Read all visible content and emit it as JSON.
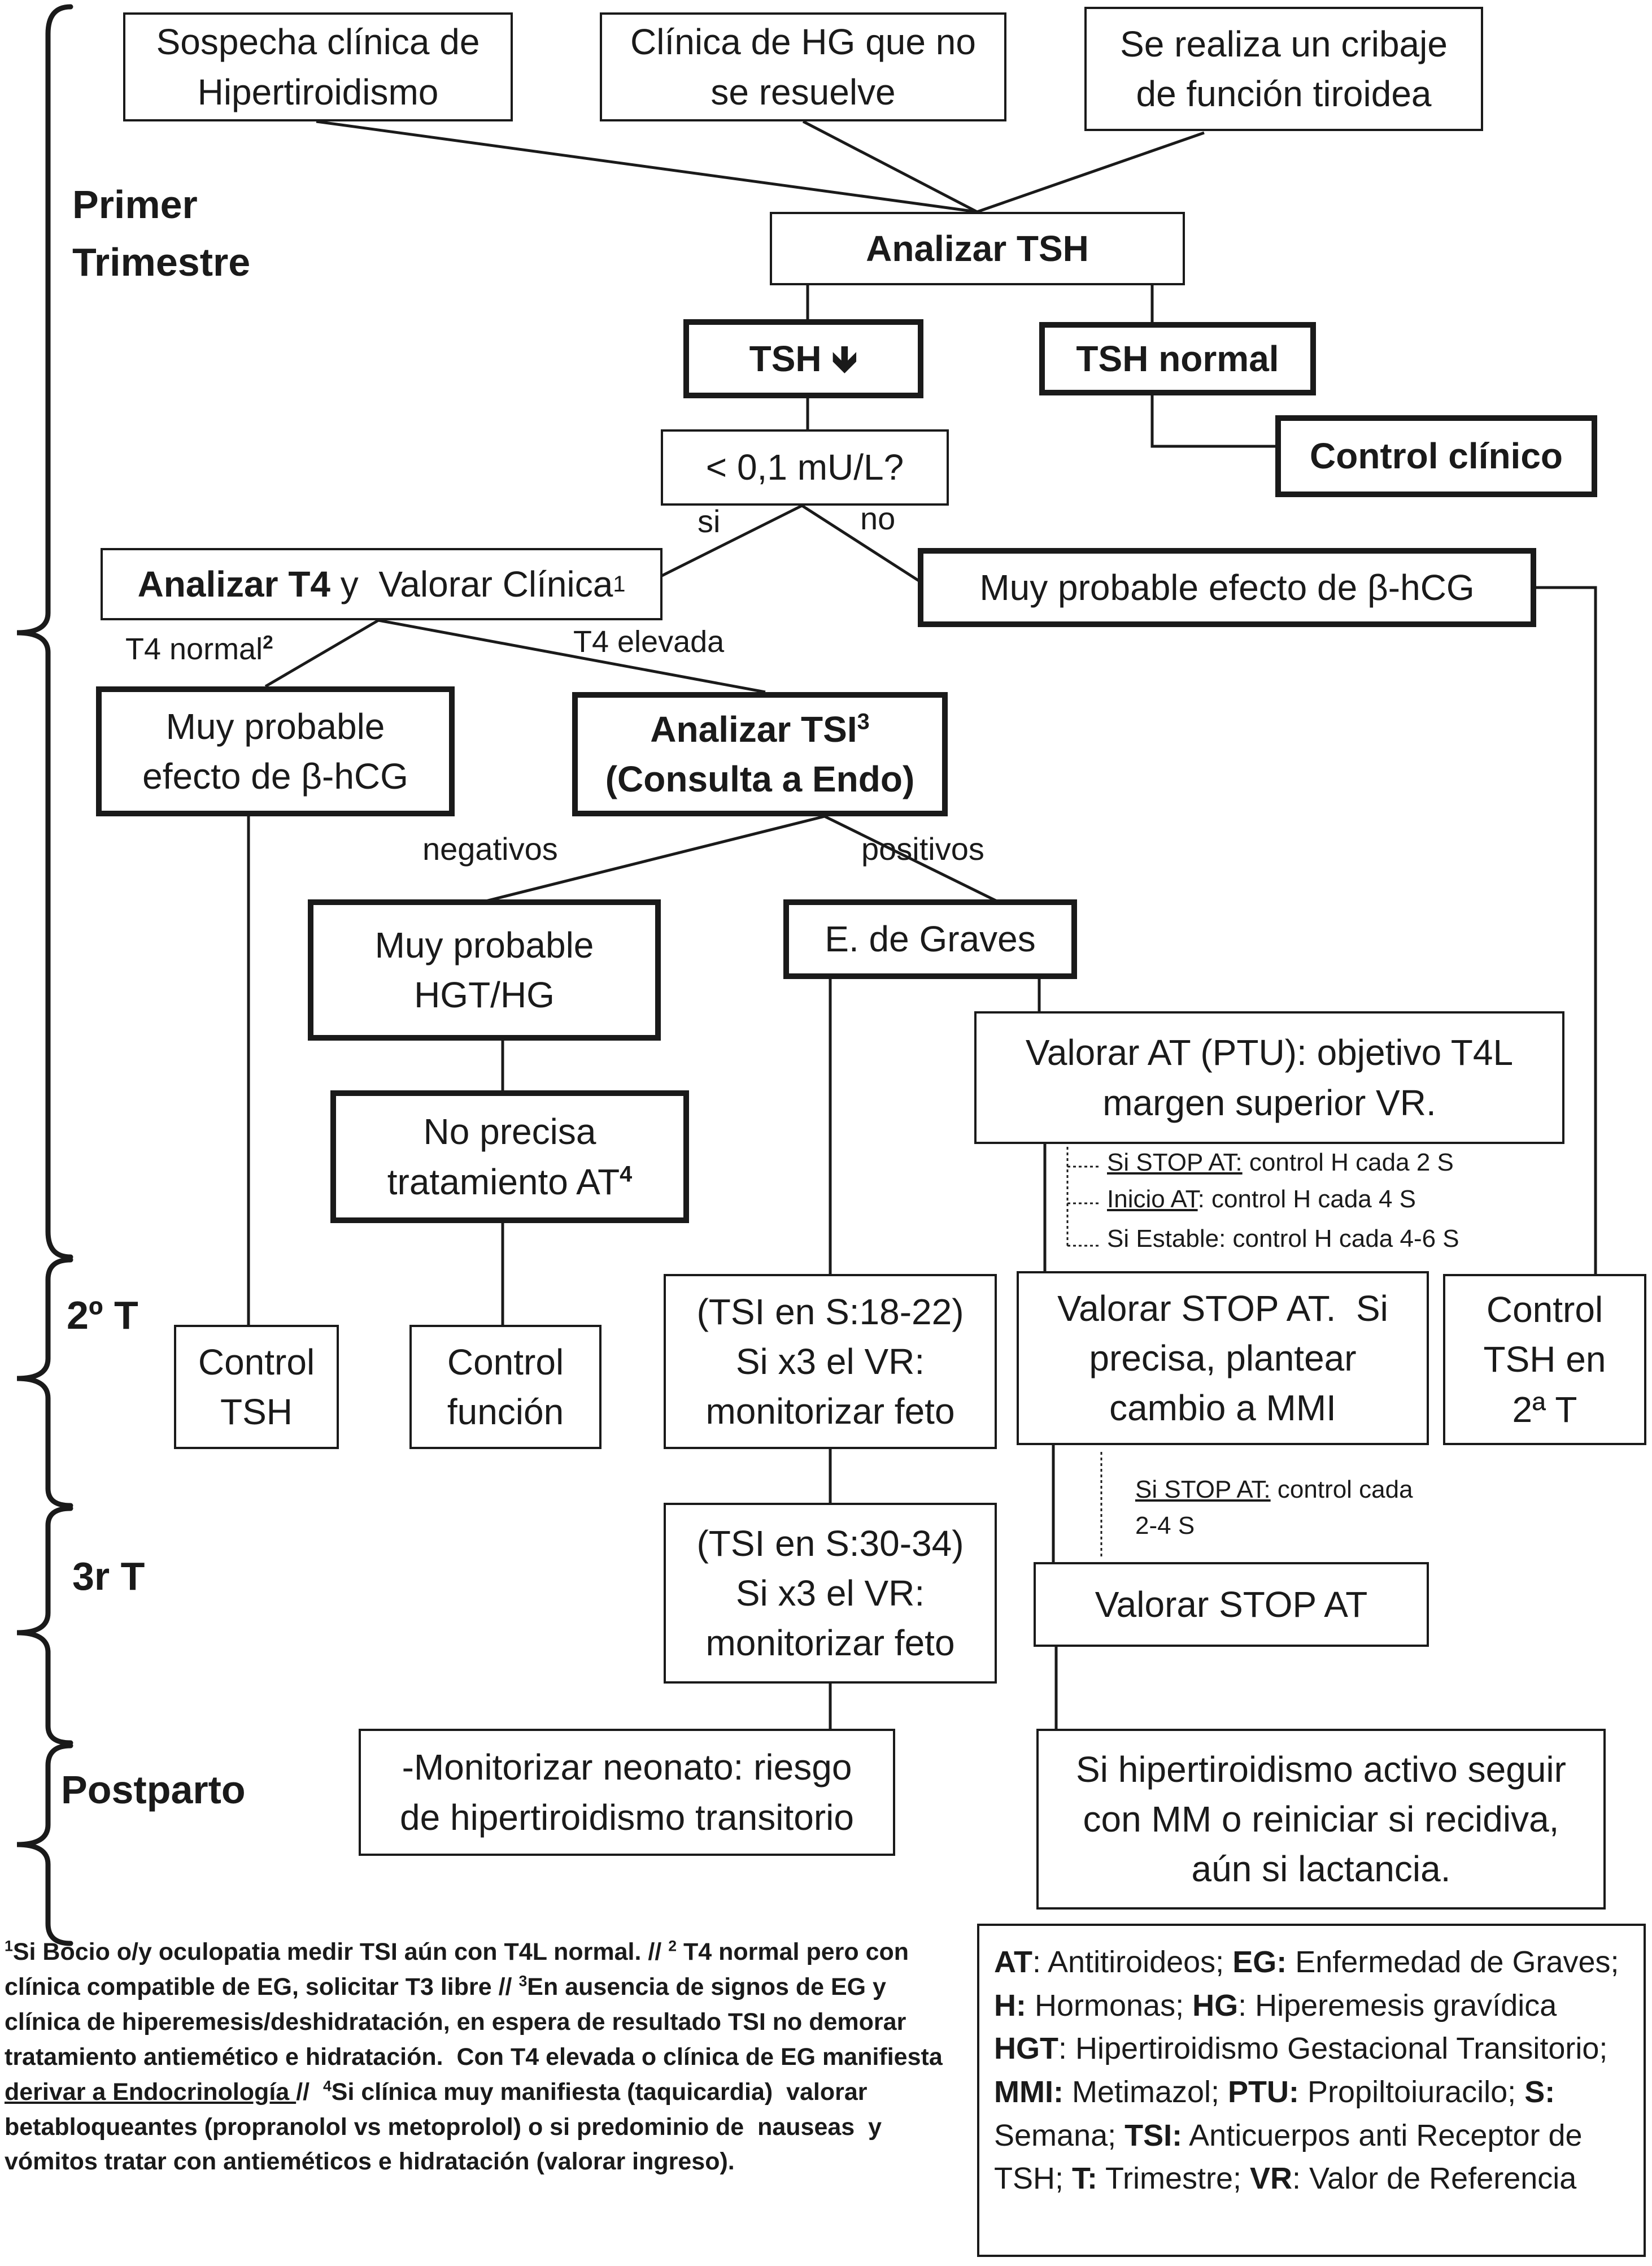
{
  "stages": {
    "primer_trimestre": [
      "Primer",
      "Trimestre"
    ],
    "segundo": "2º T",
    "tercero": "3r T",
    "postparto": "Postparto"
  },
  "boxes": {
    "sospecha": [
      "Sospecha clínica de",
      "Hipertiroidismo"
    ],
    "clinica_hg": [
      "Clínica de HG que no",
      "se resuelve"
    ],
    "cribaje": [
      "Se realiza un cribaje",
      "de función tiroidea"
    ],
    "analizar_tsh": "Analizar TSH",
    "tsh_bajo": "TSH",
    "tsh_bajo_arrow": "🡻",
    "tsh_normal": "TSH normal",
    "control_clinico": "Control clínico",
    "pregunta": "< 0,1 mU/L?",
    "analizar_t4_bold": "Analizar T4",
    "analizar_t4_rest": " y  Valorar Clínica",
    "analizar_t4_sup": "1",
    "muy_probable_hcg_right": "Muy probable efecto de β-hCG",
    "muy_probable_hcg_left": [
      "Muy probable",
      "efecto de β-hCG"
    ],
    "analizar_tsi": "Analizar TSI",
    "analizar_tsi_sup": "3",
    "consulta_endo": "(Consulta a Endo)",
    "hgt_hg": [
      "Muy probable",
      "HGT/HG"
    ],
    "graves": "E. de Graves",
    "valorar_at": [
      "Valorar AT (PTU): objetivo T4L",
      "margen superior VR."
    ],
    "no_precisa_1": "No precisa",
    "no_precisa_2": "tratamiento AT",
    "no_precisa_sup": "4",
    "control_tsh": [
      "Control",
      "TSH"
    ],
    "control_funcion": [
      "Control",
      "función"
    ],
    "tsi_18": [
      "(TSI en S:18-22)",
      "Si x3 el VR:",
      "monitorizar feto"
    ],
    "valorar_stop": [
      "Valorar STOP AT.  Si",
      "precisa, plantear",
      "cambio a MMI"
    ],
    "control_tsh_2t": [
      "Control",
      "TSH en",
      "2ª T"
    ],
    "tsi_30": [
      "(TSI en S:30-34)",
      "Si x3 el VR:",
      "monitorizar feto"
    ],
    "valorar_stop_3t": "Valorar STOP AT",
    "monitorizar_neonato": [
      "-Monitorizar neonato: riesgo",
      "de hipertiroidismo transitorio"
    ],
    "hiper_activo": [
      "Si hipertiroidismo activo seguir",
      "con MM o reiniciar si recidiva,",
      "aún si lactancia."
    ]
  },
  "edge_labels": {
    "si": "si",
    "no": "no",
    "t4_normal": "T4 normal",
    "t4_normal_sup": "2",
    "t4_elevada": "T4 elevada",
    "negativos": "negativos",
    "positivos": "positivos"
  },
  "notes": {
    "stop_u": "Si STOP AT:",
    "stop_rest": " control H cada 2 S",
    "inicio_u": "Inicio AT",
    "inicio_rest": ": control H cada 4 S",
    "estable": "Si Estable: control H cada 4-6 S",
    "stop2_u": "Si STOP AT:",
    "stop2_rest": " control cada",
    "stop2_line2": "2-4 S"
  },
  "footnote": {
    "sup1": "1",
    "t1": "Si Bocio o/y oculopatia medir TSI aún con T4L normal. // ",
    "sup2": "2",
    "t2": " T4 normal pero con clínica compatible de EG, solicitar T3 libre // ",
    "sup3": "3",
    "t3": "En ausencia de signos de EG y clínica de hiperemesis/deshidratación, en espera de resultado TSI no demorar tratamiento antiemético e hidratación.  Con T4 elevada o clínica de EG manifiesta ",
    "t3_u": "derivar a Endocrinología ",
    "t3_end": "//  ",
    "sup4": "4",
    "t4": "Si clínica muy manifiesta (taquicardia)  valorar betabloqueantes (propranolol vs metoprolol) o si predominio de  nauseas  y vómitos tratar con antieméticos e hidratación (valorar ingreso)."
  },
  "legend": [
    {
      "abbr": "AT",
      "desc": ": Antitiroideos; "
    },
    {
      "abbr": "EG:",
      "desc": " Enfermedad de Graves; "
    },
    {
      "abbr": "H:",
      "desc": " Hormonas; "
    },
    {
      "abbr": "HG",
      "desc": ": Hiperemesis gravídica  "
    },
    {
      "abbr": "HGT",
      "desc": ": Hipertiroidismo Gestacional Transitorio; "
    },
    {
      "abbr": "MMI:",
      "desc": " Metimazol; "
    },
    {
      "abbr": "PTU:",
      "desc": " Propiltoiuracilo; "
    },
    {
      "abbr": "S:",
      "desc": " Semana; "
    },
    {
      "abbr": "TSI:",
      "desc": " Anticuerpos anti Receptor de TSH; "
    },
    {
      "abbr": "T:",
      "desc": " Trimestre; "
    },
    {
      "abbr": "VR",
      "desc": ": Valor de Referencia"
    }
  ]
}
